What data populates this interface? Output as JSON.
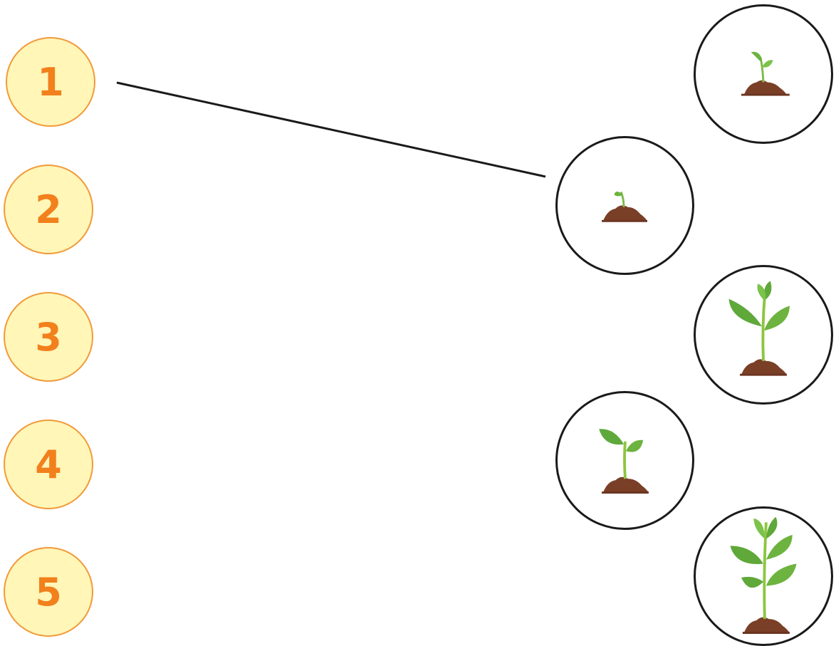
{
  "numbers": [
    "1",
    "2",
    "3",
    "4",
    "5"
  ],
  "stages": [
    {
      "name": "two-leaf-sprout-icon"
    },
    {
      "name": "tiny-sprout-icon"
    },
    {
      "name": "young-plant-icon"
    },
    {
      "name": "seedling-icon"
    },
    {
      "name": "mature-plant-icon"
    }
  ],
  "connections": [
    {
      "from": "1",
      "to": "tiny-sprout-icon"
    }
  ],
  "colors": {
    "number_fill": "#fff6b8",
    "number_border": "#f29a3a",
    "number_text": "#f2801c",
    "leaf": "#6db33f",
    "soil": "#7a3f27"
  }
}
